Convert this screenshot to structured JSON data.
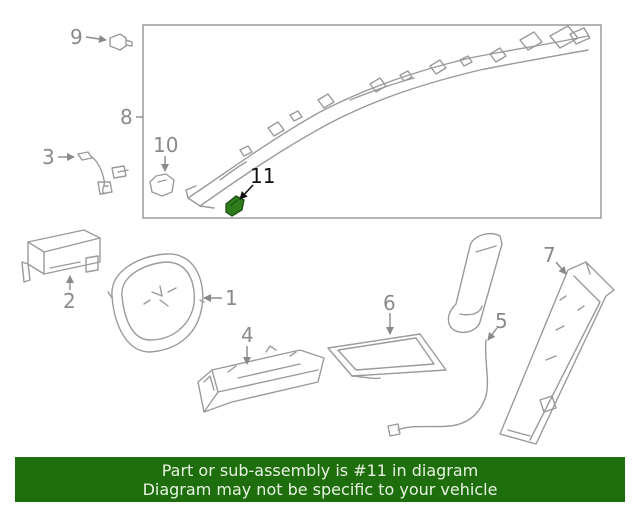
{
  "callouts": {
    "c1": "1",
    "c2": "2",
    "c3": "3",
    "c4": "4",
    "c5": "5",
    "c6": "6",
    "c7": "7",
    "c8": "8",
    "c9": "9",
    "c10": "10",
    "c11": "11"
  },
  "highlight": {
    "part_number": "11",
    "color": "#2e7d1a"
  },
  "banner": {
    "line1": "Part or sub-assembly is #11 in diagram",
    "line2": "Diagram may not be specific to your vehicle",
    "background": "#1e6e0e"
  }
}
